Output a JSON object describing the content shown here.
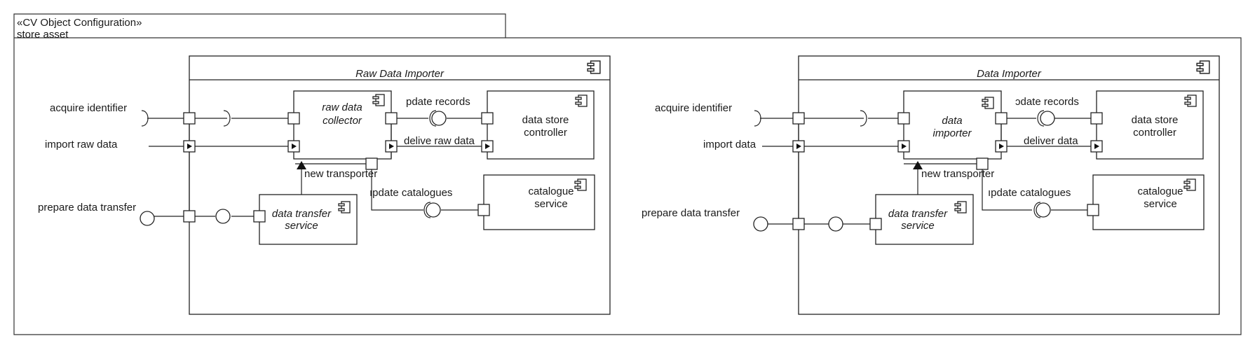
{
  "frame": {
    "stereotype": "«CV Object Configuration»",
    "name": "store asset"
  },
  "left": {
    "component": "Raw Data Importer",
    "inner_title_1": "raw data",
    "inner_title_2": "collector",
    "transfer_1": "data transfer",
    "transfer_2": "service",
    "store_1": "data store",
    "store_2": "controller",
    "catalogue_1": "catalogue",
    "catalogue_2": "service",
    "ext_acquire": "acquire identifier",
    "ext_import": "import raw data",
    "ext_prepare": "prepare data transfer",
    "lbl_update_records": "pdate records",
    "lbl_deliver": "delive raw data",
    "lbl_new_transporter": "new transporter",
    "lbl_update_catalogues": "ıpdate catalogues"
  },
  "right": {
    "component": "Data Importer",
    "inner_title_1": "data",
    "inner_title_2": "importer",
    "transfer_1": "data transfer",
    "transfer_2": "service",
    "store_1": "data store",
    "store_2": "controller",
    "catalogue_1": "catalogue",
    "catalogue_2": "service",
    "ext_acquire": "acquire identifier",
    "ext_import": "import data",
    "ext_prepare": "prepare data transfer",
    "lbl_update_records": "ɔdate records",
    "lbl_deliver": "deliver data",
    "lbl_new_transporter": "new transporter",
    "lbl_update_catalogues": "ıpdate catalogues"
  }
}
